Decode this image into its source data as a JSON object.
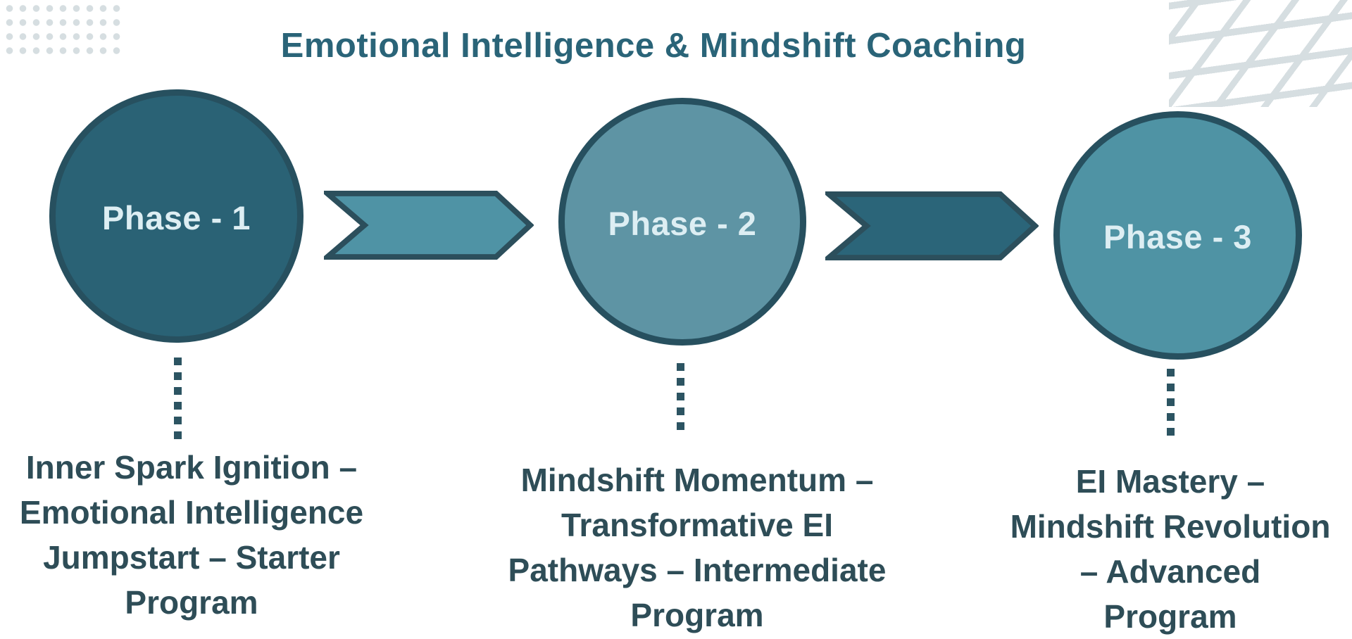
{
  "title": "Emotional Intelligence & Mindshift Coaching",
  "phases": [
    {
      "label": "Phase - 1",
      "description": "Inner Spark Ignition –\nEmotional Intelligence\nJumpstart – Starter\nProgram"
    },
    {
      "label": "Phase - 2",
      "description": "Mindshift Momentum –\nTransformative EI\nPathways – Intermediate\nProgram"
    },
    {
      "label": "Phase - 3",
      "description": "EI Mastery –\nMindshift Revolution\n– Advanced\nProgram"
    }
  ],
  "colors": {
    "title": "#2a6478",
    "circle_border": "#27505f",
    "phase1_fill": "#2a6275",
    "phase2_fill": "#5e94a4",
    "phase3_fill": "#4f93a4",
    "arrow1_fill": "#4f93a5",
    "arrow2_fill": "#2b6579",
    "arrow_border": "#2c4f5c",
    "phase_label_text": "#ddeef3",
    "description_text": "#2e4d57",
    "connector": "#2c5462",
    "decor": "#d6dee1"
  },
  "decorations": {
    "top_left": "dot-grid-pattern",
    "top_right": "diagonal-lattice-pattern"
  }
}
